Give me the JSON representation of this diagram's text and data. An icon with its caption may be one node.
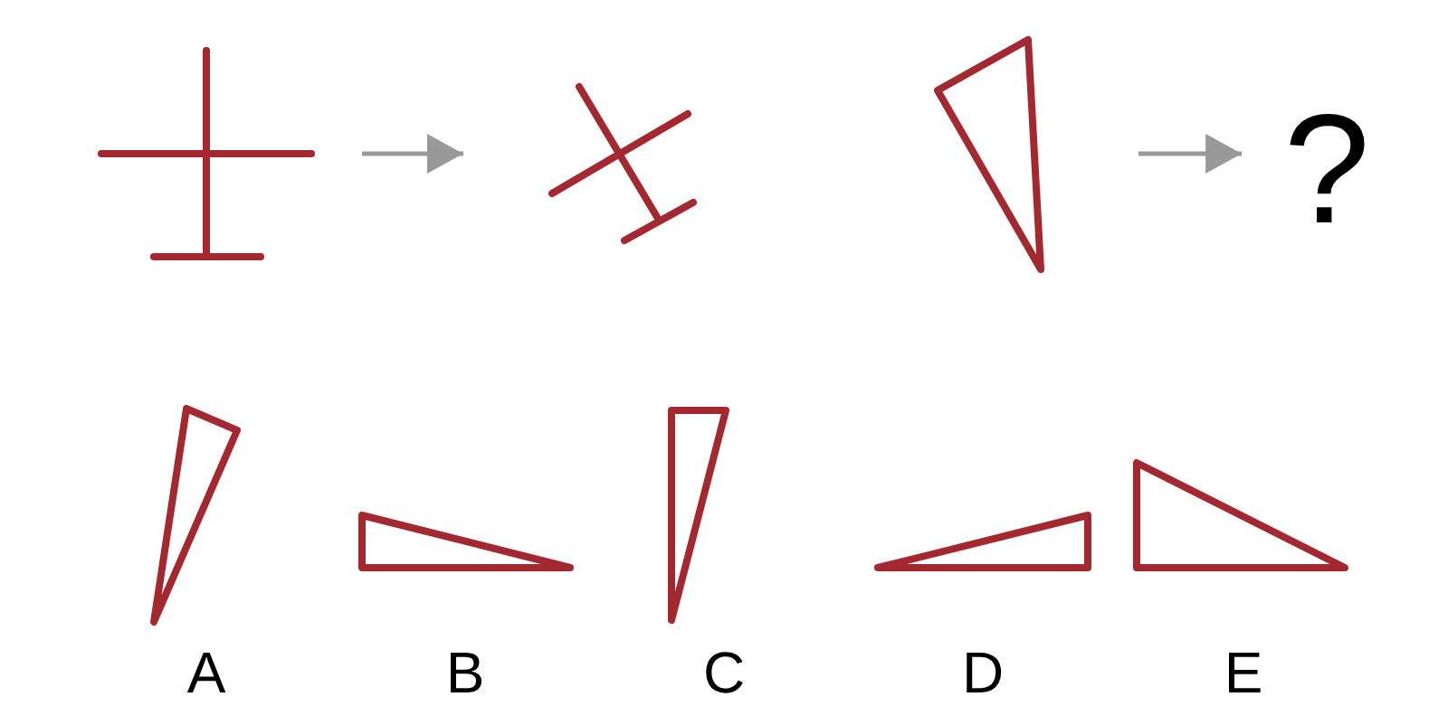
{
  "diagram": {
    "nodes": [
      {
        "text": [],
        "shape": "cross"
      },
      {
        "text": [],
        "shape": "cross"
      },
      {
        "text": [],
        "shape": "triangle"
      },
      {
        "text": [
          "?"
        ]
      },
      {
        "text": [],
        "shape": "triangle",
        "beside": [
          "A"
        ]
      },
      {
        "text": [],
        "shape": "triangle",
        "beside": [
          "B"
        ]
      },
      {
        "text": [],
        "shape": "triangle",
        "beside": [
          "C"
        ]
      },
      {
        "text": [],
        "shape": "triangle",
        "beside": [
          "D"
        ]
      },
      {
        "text": [],
        "shape": "triangle",
        "beside": [
          "E"
        ]
      }
    ],
    "edges": [
      {
        "from": 0,
        "to": 1,
        "arrow": "to"
      },
      {
        "from": 2,
        "to": 3,
        "arrow": "to"
      }
    ]
  }
}
